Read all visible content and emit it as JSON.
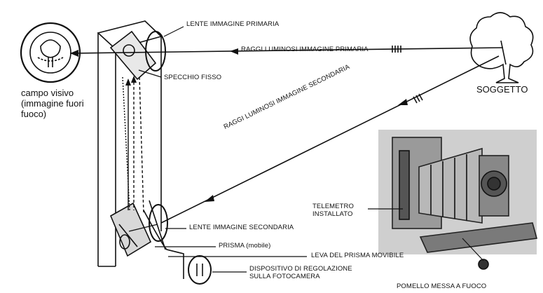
{
  "labels": {
    "lente_primaria": "LENTE IMMAGINE PRIMARIA",
    "raggi_primaria": "RAGGI LUMINOSI IMMAGINE PRIMARIA",
    "specchio": "SPECCHIO FISSO",
    "soggetto": "SOGGETTO",
    "campo_visivo": [
      "campo visivo",
      "(immagine fuori",
      "fuoco)"
    ],
    "raggi_secondaria": "RAGGI LUMINOSI IMMAGINE SECONDARIA",
    "telemetro": [
      "TELEMETRO",
      "INSTALLATO"
    ],
    "lente_secondaria": "LENTE IMMAGINE SECONDARIA",
    "prisma": "PRISMA (mobile)",
    "leva": "LEVA DEL PRISMA MOVIBILE",
    "dispositivo": [
      "DISPOSITIVO DI REGOLAZIONE",
      "SULLA FOTOCAMERA"
    ],
    "pomello": "POMELLO MESSA A FUOCO"
  },
  "colors": {
    "ink": "#111111",
    "photo_bg": "#cfcfcf"
  }
}
